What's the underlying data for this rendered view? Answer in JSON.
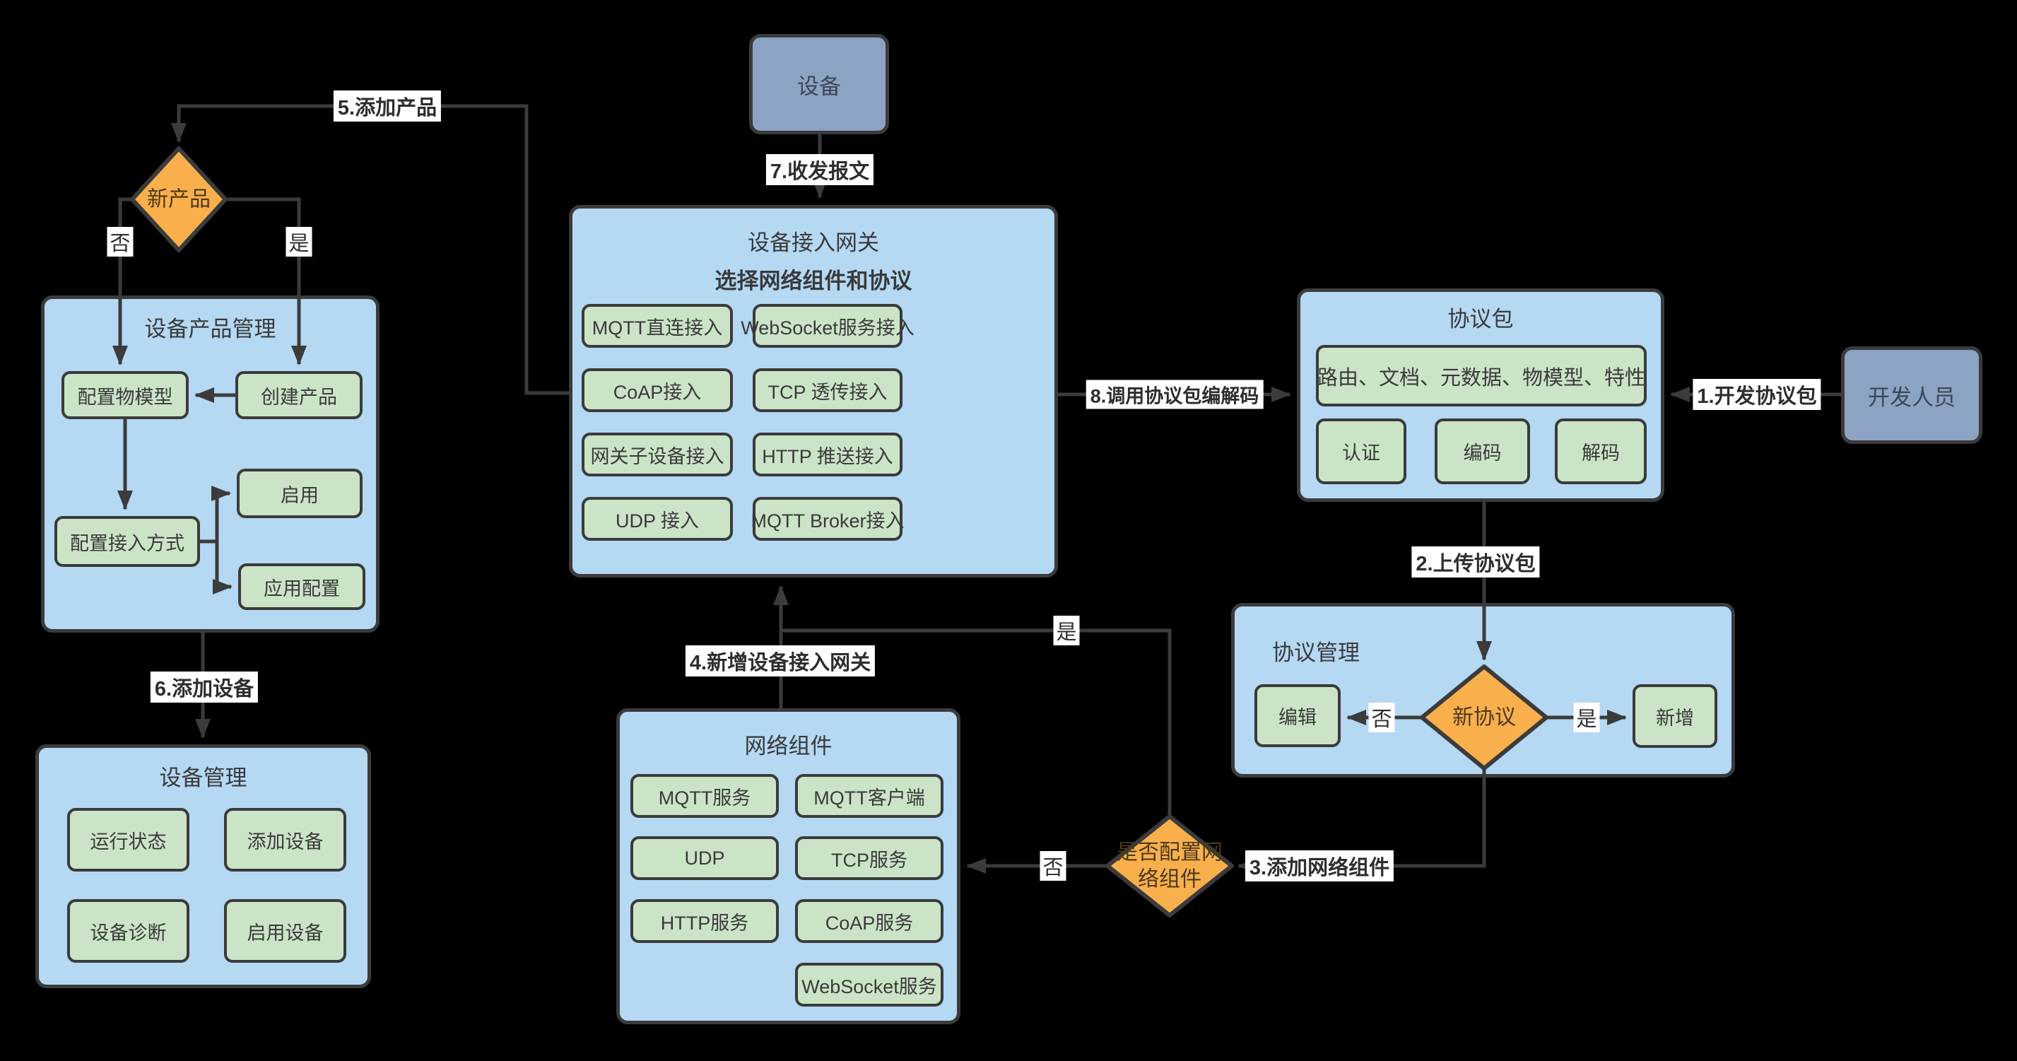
{
  "colors": {
    "bg": "#000000",
    "container_fill": "#B5D8F3",
    "container_stroke": "#3B3B3B",
    "button_fill": "#CBE4C7",
    "actor_fill": "#8CA3C4",
    "diamond_fill": "#F9AF4C",
    "line": "#3B3B3B",
    "label_bg": "#FFFFFF",
    "text": "#3A3A3A"
  },
  "nodes": {
    "device": {
      "title": "设备"
    },
    "developer": {
      "title": "开发人员"
    },
    "gateway": {
      "title": "设备接入网关",
      "subtitle": "选择网络组件和协议",
      "buttons": [
        "MQTT直连接入",
        "WebSocket服务接入",
        "CoAP接入",
        "TCP 透传接入",
        "网关子设备接入",
        "HTTP 推送接入",
        "UDP 接入",
        "MQTT Broker接入"
      ]
    },
    "protocol_pkg": {
      "title": "协议包",
      "row1": "路由、文档、元数据、物模型、特性",
      "buttons": [
        "认证",
        "编码",
        "解码"
      ]
    },
    "protocol_mgmt": {
      "title": "协议管理",
      "edit_btn": "编辑",
      "add_btn": "新增",
      "diamond": "新协议"
    },
    "product_mgmt": {
      "title": "设备产品管理",
      "config_model": "配置物模型",
      "create_product": "创建产品",
      "config_access": "配置接入方式",
      "enable": "启用",
      "app_config": "应用配置"
    },
    "device_mgmt": {
      "title": "设备管理",
      "buttons": [
        "运行状态",
        "添加设备",
        "设备诊断",
        "启用设备"
      ]
    },
    "network_comp": {
      "title": "网络组件",
      "buttons": [
        "MQTT服务",
        "MQTT客户端",
        "UDP",
        "TCP服务",
        "HTTP服务",
        "CoAP服务",
        "WebSocket服务"
      ]
    },
    "new_product_diamond": {
      "label": "新产品"
    },
    "config_network_diamond": {
      "line1": "是否配置网",
      "line2": "络组件"
    }
  },
  "edge_labels": {
    "step1": "1.开发协议包",
    "step2": "2.上传协议包",
    "step3": "3.添加网络组件",
    "step4": "4.新增设备接入网关",
    "step5": "5.添加产品",
    "step6": "6.添加设备",
    "step7": "7.收发报文",
    "step8": "8.调用协议包编解码",
    "yes": "是",
    "no": "否"
  }
}
